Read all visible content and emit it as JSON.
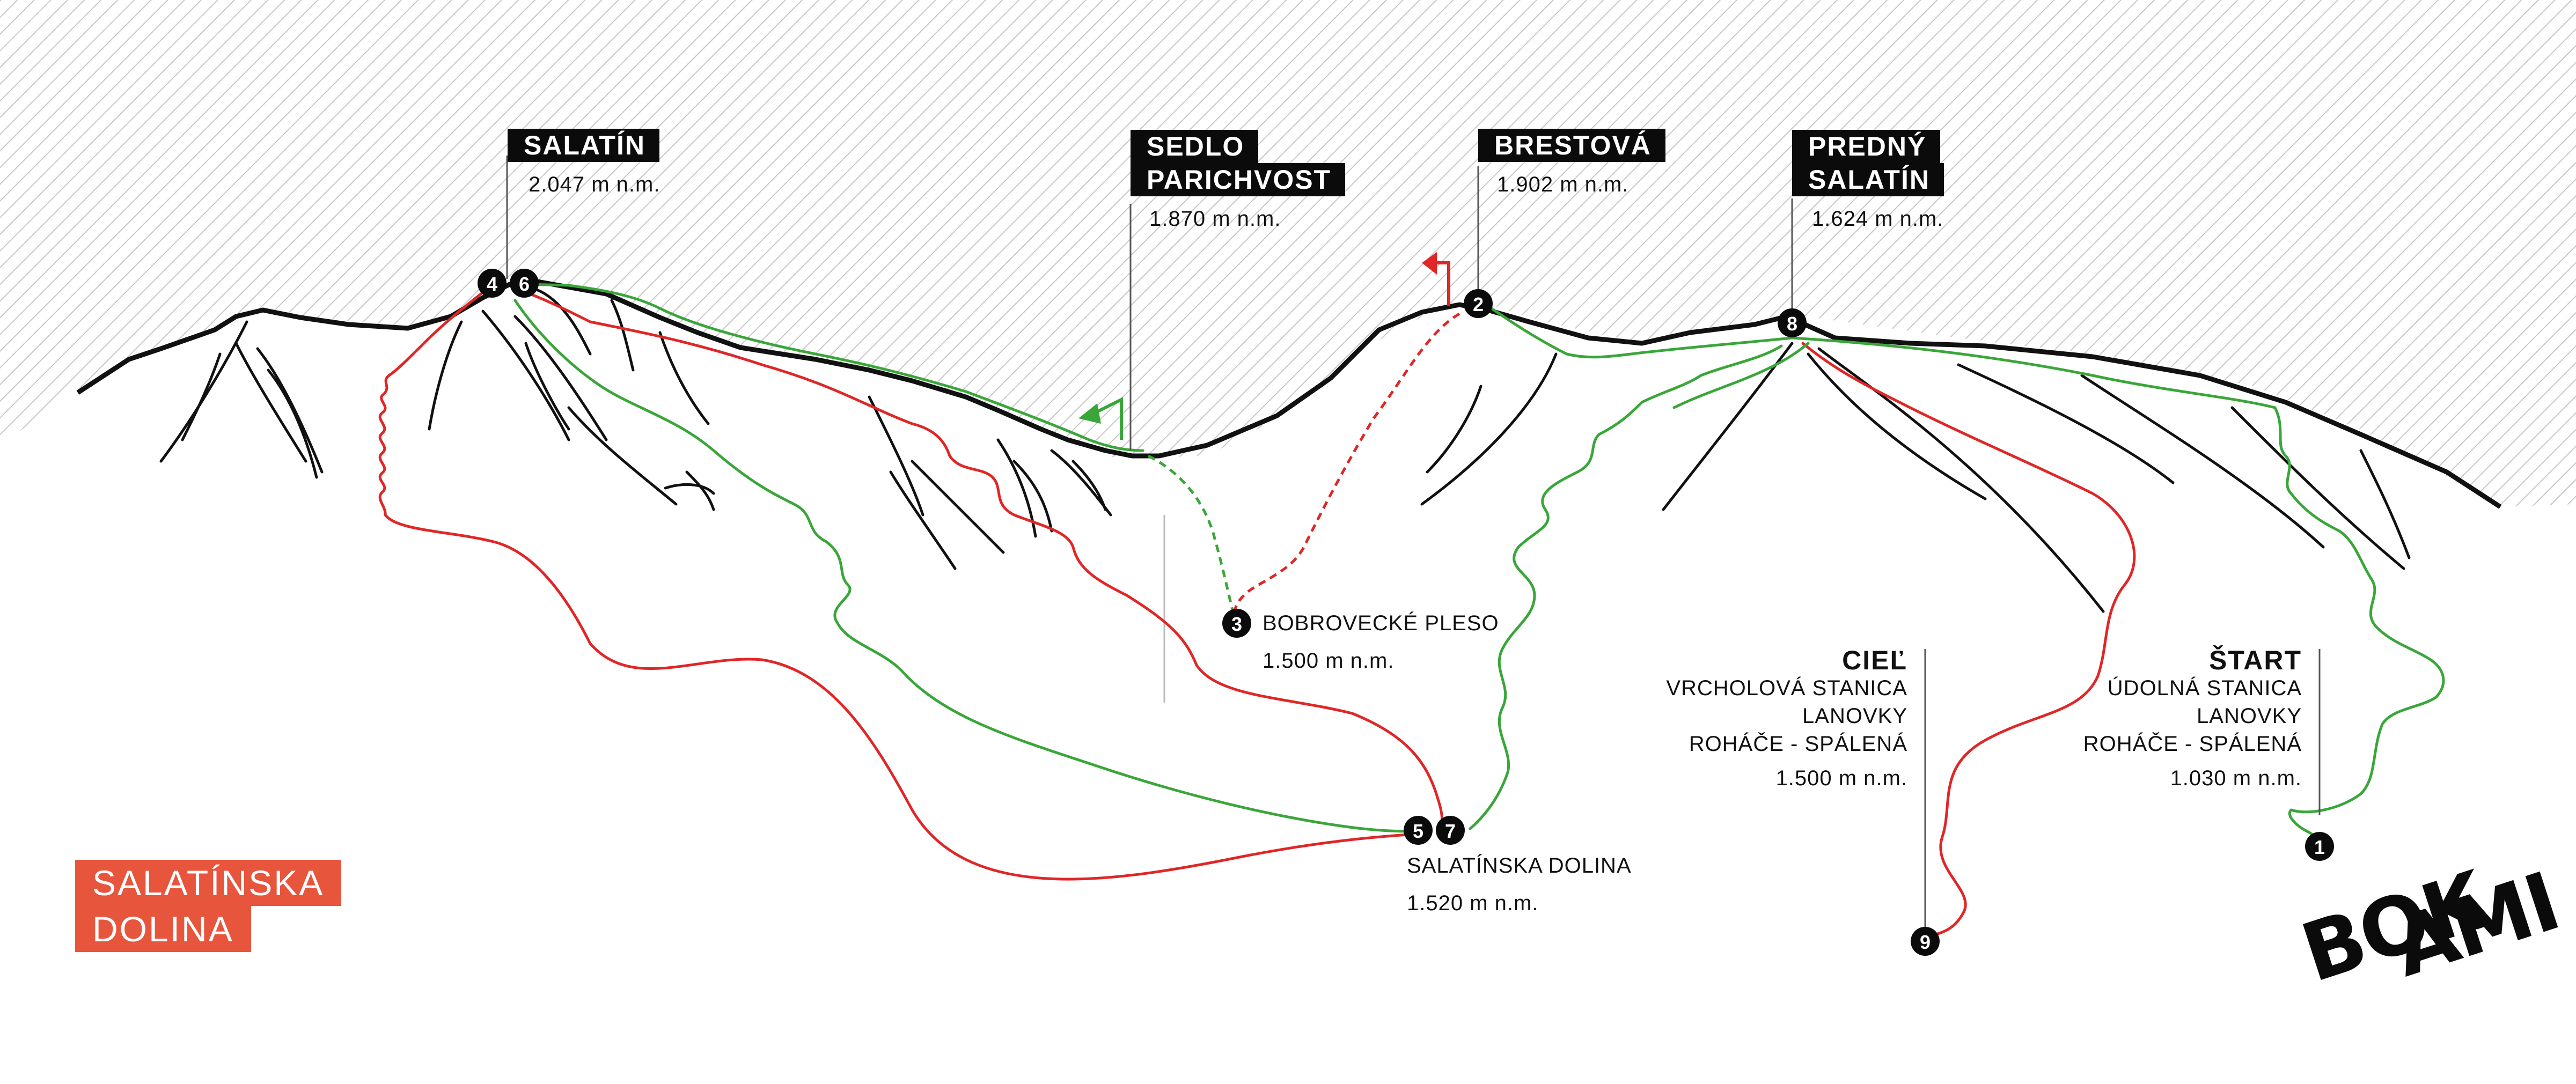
{
  "title": [
    "SALATÍNSKA",
    "DOLINA"
  ],
  "logo": {
    "text": "BOK AMI",
    "line1": "BOK",
    "line2": "AMI"
  },
  "colors": {
    "hatch": "#c9c9c9",
    "ridge": "#111111",
    "red_route": "#e02626",
    "green_route": "#3aa63a",
    "title_bg": "#e8553d"
  },
  "peaks": {
    "salatin": {
      "name": "SALATÍN",
      "alt": "2.047 m n.m."
    },
    "sedlo": {
      "name1": "SEDLO",
      "name2": "PARICHVOST",
      "alt": "1.870 m n.m."
    },
    "brestova": {
      "name": "BRESTOVÁ",
      "alt": "1.902 m n.m."
    },
    "predny": {
      "name1": "PREDNÝ",
      "name2": "SALATÍN",
      "alt": "1.624 m n.m."
    }
  },
  "places": {
    "pleso": {
      "name": "BOBROVECKÉ PLESO",
      "alt": "1.500 m n.m."
    },
    "dolina": {
      "name": "SALATÍNSKA DOLINA",
      "alt": "1.520 m n.m."
    }
  },
  "ciel": {
    "head": "CIEĽ",
    "l1": "VRCHOLOVÁ STANICA",
    "l2": "LANOVKY",
    "l3": "ROHÁČE - SPÁLENÁ",
    "alt": "1.500 m n.m."
  },
  "start": {
    "head": "ŠTART",
    "l1": "ÚDOLNÁ STANICA",
    "l2": "LANOVKY",
    "l3": "ROHÁČE - SPÁLENÁ",
    "alt": "1.030 m n.m."
  },
  "waypoints": [
    "1",
    "2",
    "3",
    "4",
    "5",
    "6",
    "7",
    "8",
    "9"
  ]
}
